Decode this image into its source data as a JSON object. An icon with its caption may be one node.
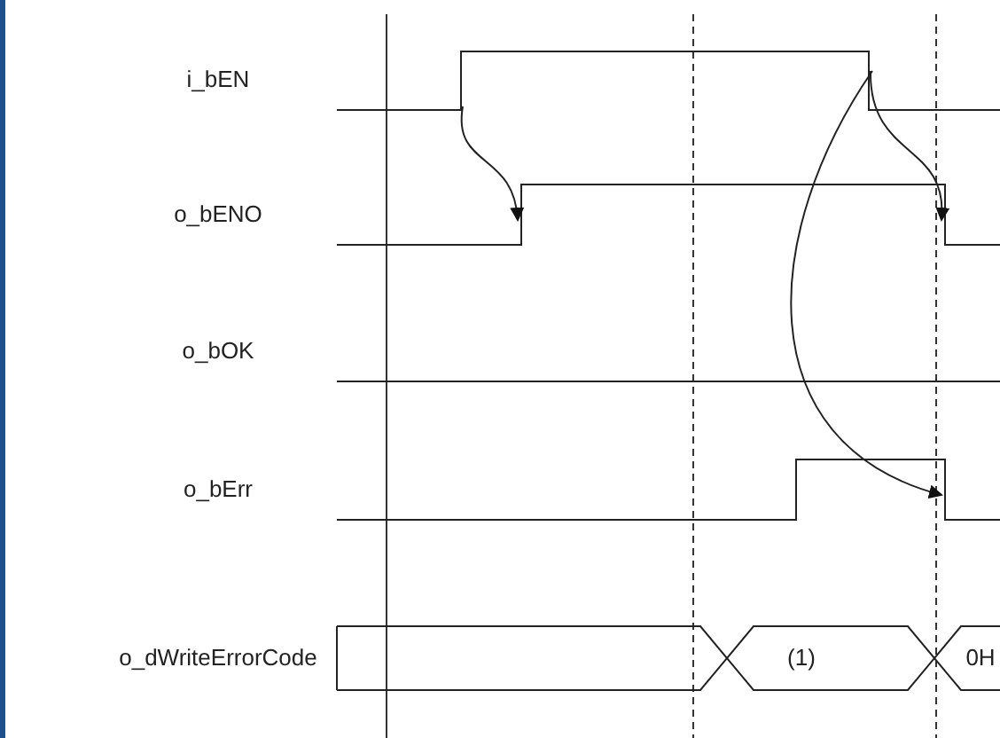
{
  "diagram": {
    "labels": [
      "i_bEN",
      "o_bENO",
      "o_bOK",
      "o_bErr",
      "o_dWriteErrorCode",
      "(1)",
      "0H"
    ]
  }
}
